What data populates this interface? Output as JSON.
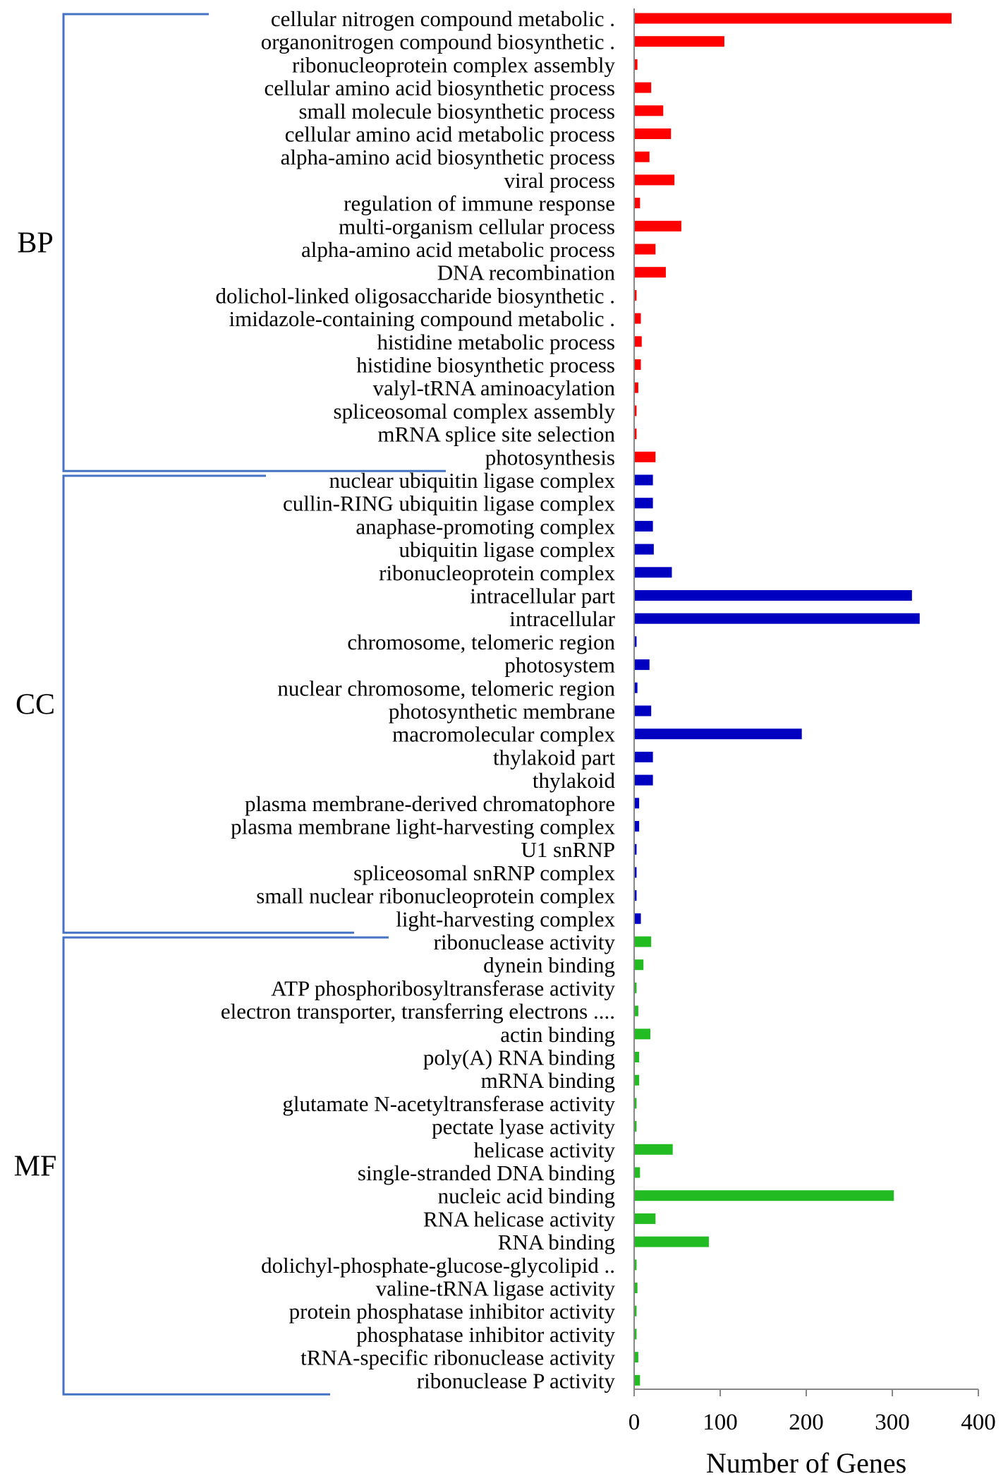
{
  "chart_data": {
    "type": "bar",
    "orientation": "horizontal",
    "xlabel": "Number of Genes",
    "xlim": [
      0,
      400
    ],
    "xticks": [
      0,
      100,
      200,
      300,
      400
    ],
    "grid": false,
    "groups": [
      {
        "name": "BP",
        "color": "#ff0000",
        "categories": [
          "cellular nitrogen compound metabolic .",
          "organonitrogen compound biosynthetic .",
          "ribonucleoprotein complex assembly",
          "cellular amino acid biosynthetic process",
          "small molecule biosynthetic process",
          "cellular amino acid metabolic process",
          "alpha-amino acid biosynthetic process",
          "viral process",
          "regulation of immune response",
          "multi-organism cellular process",
          "alpha-amino acid metabolic process",
          "DNA recombination",
          "dolichol-linked oligosaccharide biosynthetic .",
          "imidazole-containing compound metabolic .",
          "histidine metabolic process",
          "histidine biosynthetic process",
          "valyl-tRNA aminoacylation",
          "spliceosomal complex assembly",
          "mRNA splice site selection",
          "photosynthesis"
        ],
        "values": [
          368,
          104,
          3,
          19,
          33,
          42,
          17,
          46,
          6,
          54,
          24,
          36,
          2,
          7,
          8,
          7,
          4,
          2,
          2,
          24
        ]
      },
      {
        "name": "CC",
        "color": "#0000c0",
        "categories": [
          "nuclear ubiquitin ligase complex",
          "cullin-RING ubiquitin ligase complex",
          "anaphase-promoting complex",
          "ubiquitin ligase complex",
          "ribonucleoprotein complex",
          "intracellular part",
          "intracellular",
          "chromosome, telomeric region",
          "photosystem",
          "nuclear chromosome, telomeric region",
          "photosynthetic membrane",
          "macromolecular complex",
          "thylakoid part",
          "thylakoid",
          "plasma membrane-derived chromatophore",
          "plasma membrane light-harvesting complex",
          "U1 snRNP",
          "spliceosomal snRNP complex",
          "small nuclear ribonucleoprotein complex",
          "light-harvesting complex"
        ],
        "values": [
          21,
          21,
          21,
          22,
          43,
          322,
          331,
          2,
          17,
          3,
          19,
          194,
          21,
          21,
          5,
          5,
          2,
          2,
          2,
          7
        ]
      },
      {
        "name": "MF",
        "color": "#22bb22",
        "categories": [
          "ribonuclease activity",
          "dynein binding",
          "ATP phosphoribosyltransferase activity",
          "electron transporter, transferring electrons ....",
          "actin binding",
          "poly(A) RNA binding",
          "mRNA binding",
          "glutamate N-acetyltransferase activity",
          "pectate lyase activity",
          "helicase activity",
          "single-stranded DNA binding",
          "nucleic acid binding",
          "RNA helicase activity",
          "RNA binding",
          "dolichyl-phosphate-glucose-glycolipid ..",
          "valine-tRNA ligase activity",
          "protein phosphatase inhibitor activity",
          "phosphatase inhibitor activity",
          "tRNA-specific ribonuclease activity",
          "ribonuclease P activity"
        ],
        "values": [
          19,
          10,
          2,
          4,
          18,
          5,
          5,
          2,
          2,
          44,
          6,
          301,
          24,
          86,
          2,
          3,
          2,
          2,
          4,
          6
        ]
      }
    ]
  }
}
